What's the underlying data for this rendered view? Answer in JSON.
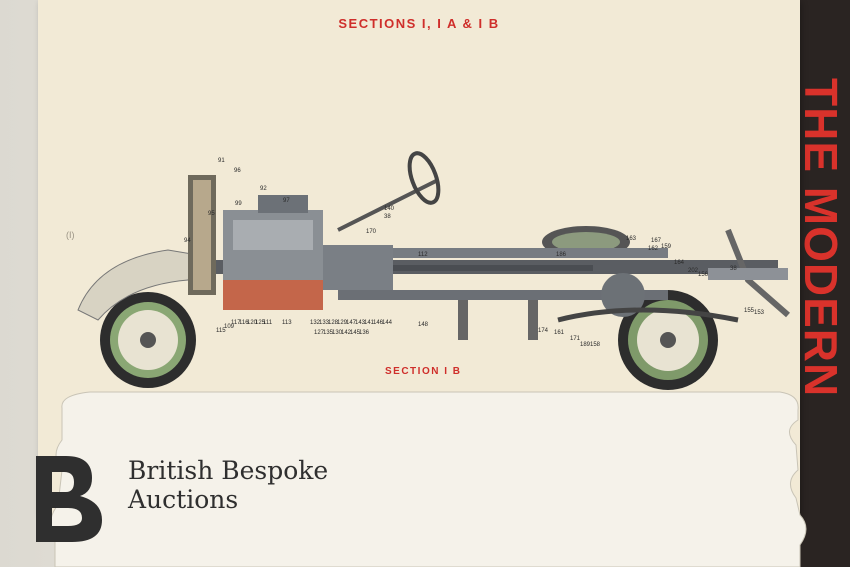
{
  "plate": {
    "title": "SECTIONS I, I A & I B",
    "section_label": "SECTION I B",
    "margin_mark": "(I)"
  },
  "book": {
    "cover_text": "THE MODERN"
  },
  "callouts": {
    "top": [
      "91",
      "96",
      "92",
      "97",
      "99",
      "95",
      "94",
      "170",
      "140",
      "38",
      "112",
      "186",
      "163",
      "162",
      "167",
      "159",
      "164",
      "202",
      "156",
      "38"
    ],
    "bottom": [
      "109",
      "117",
      "116",
      "120",
      "125",
      "111",
      "115",
      "113",
      "132",
      "133",
      "128",
      "129",
      "147",
      "143",
      "141",
      "146",
      "144",
      "127",
      "135",
      "130",
      "142",
      "145",
      "136",
      "148",
      "174",
      "161",
      "171",
      "189",
      "158",
      "155",
      "153"
    ]
  },
  "watermark": {
    "line1": "British Bespoke",
    "line2": "Auctions",
    "mark_icon": "b-monogram-icon"
  },
  "colors": {
    "paper": "#f2ead6",
    "accent_red": "#cf2e2a",
    "tyre_green": "#7f9a6a",
    "chassis": "#5a5d62"
  }
}
